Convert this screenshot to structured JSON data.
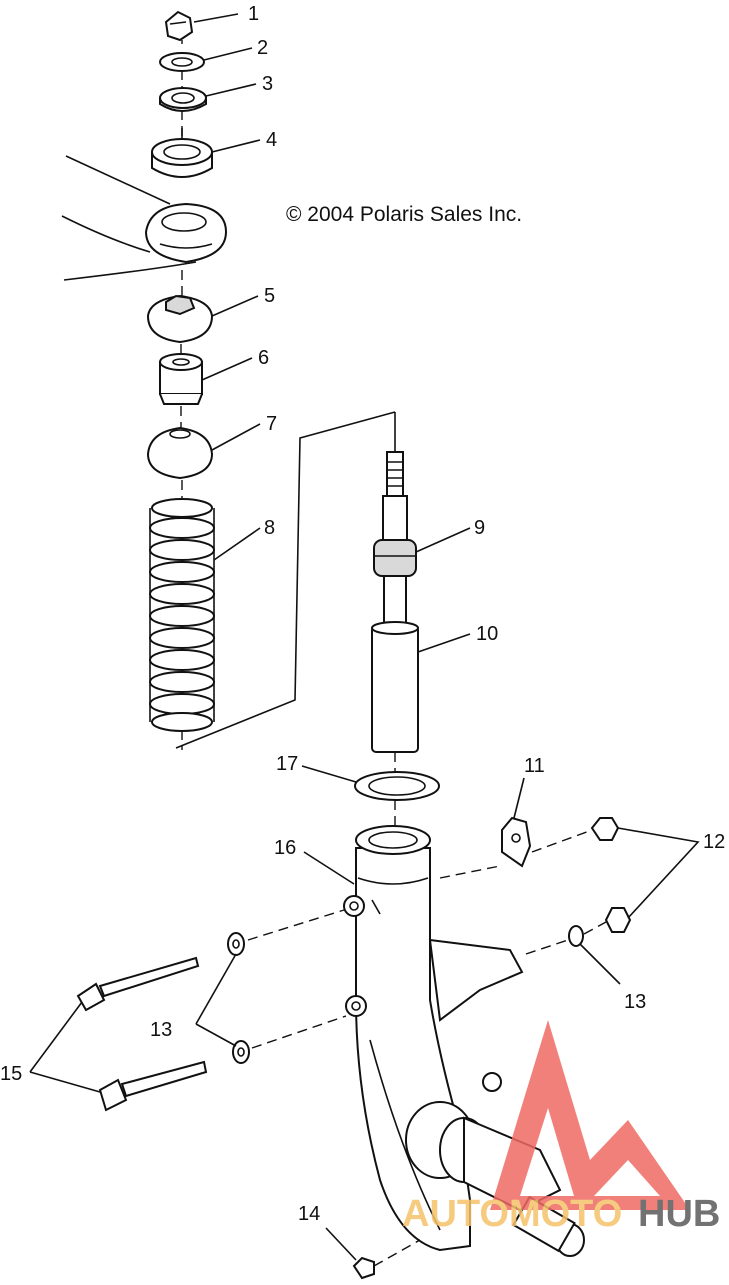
{
  "copyright": "© 2004 Polaris Sales Inc.",
  "callouts": {
    "c1": "1",
    "c2": "2",
    "c3": "3",
    "c4": "4",
    "c5": "5",
    "c6": "6",
    "c7": "7",
    "c8": "8",
    "c9": "9",
    "c10": "10",
    "c11": "11",
    "c12": "12",
    "c13a": "13",
    "c13b": "13",
    "c14": "14",
    "c15": "15",
    "c16": "16",
    "c17": "17"
  },
  "watermark": {
    "brand_part1": "AUTOMOTO",
    "brand_part2": "HUB",
    "colors": {
      "logo": "#f06a63",
      "part1": "#f5c36b",
      "part2": "#5a5a5a"
    }
  }
}
